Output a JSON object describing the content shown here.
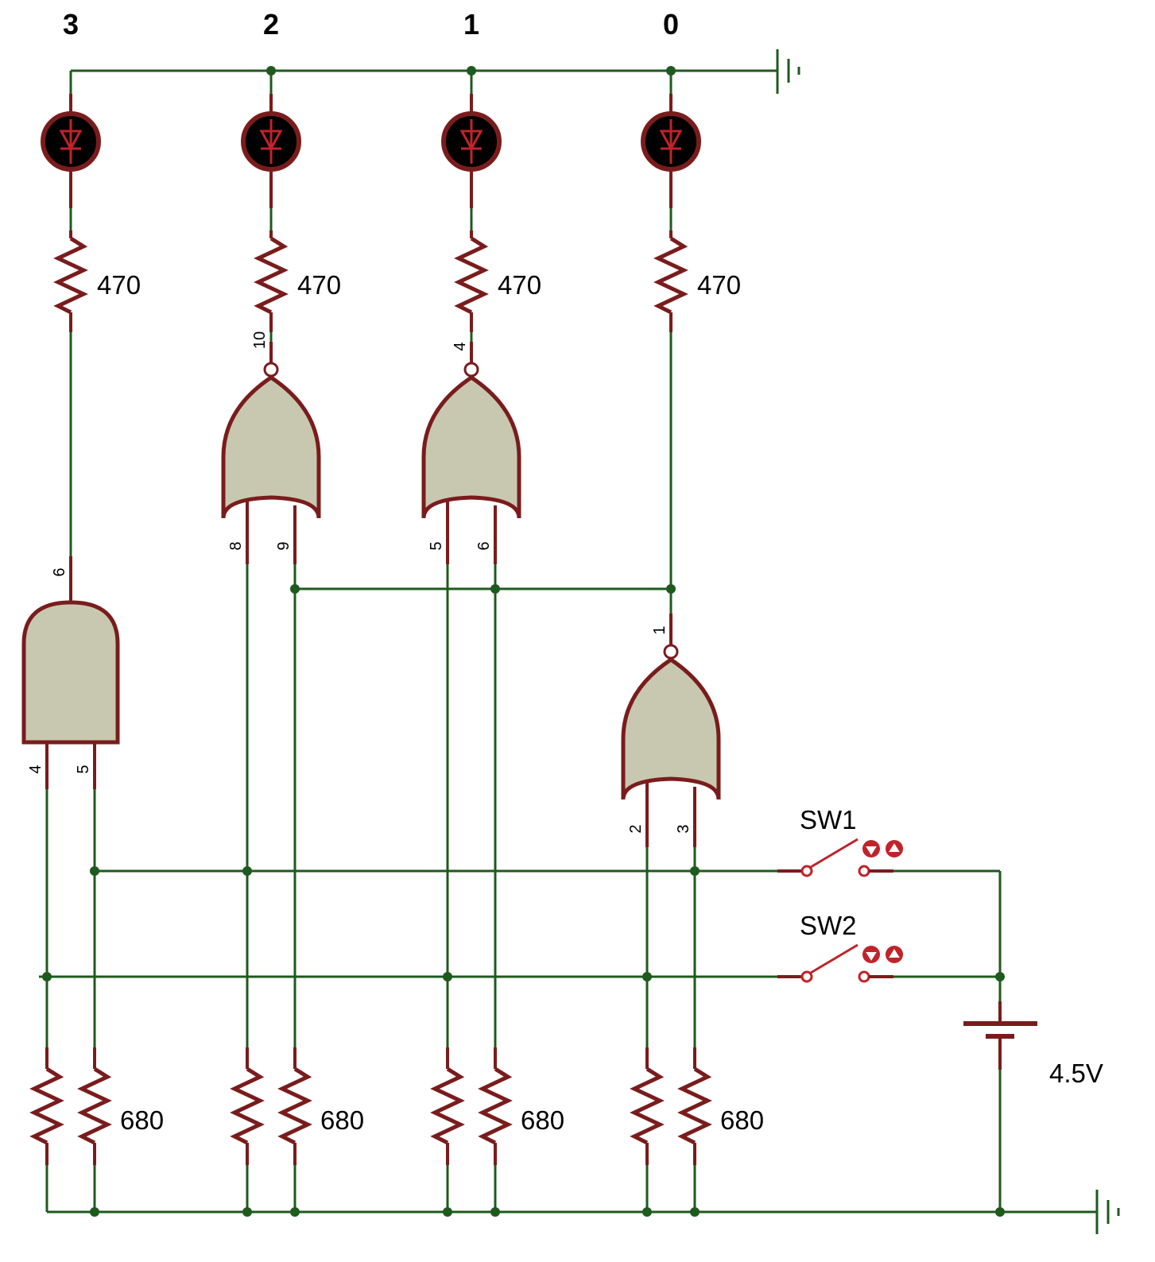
{
  "outputs": {
    "b3": "3",
    "b2": "2",
    "b1": "1",
    "b0": "0"
  },
  "resistors": {
    "led_r3": "470",
    "led_r2": "470",
    "led_r1": "470",
    "led_r0": "470",
    "pull_a": "680",
    "pull_b": "680",
    "pull_c": "680",
    "pull_d": "680"
  },
  "pins": {
    "and_out": "6",
    "and_in1": "4",
    "and_in2": "5",
    "nor2_out": "10",
    "nor2_in1": "8",
    "nor2_in2": "9",
    "nor1_out": "4",
    "nor1_in1": "5",
    "nor1_in2": "6",
    "nor0_out": "1",
    "nor0_in1": "2",
    "nor0_in2": "3"
  },
  "switches": {
    "sw1": "SW1",
    "sw2": "SW2"
  },
  "battery": {
    "voltage": "4.5V"
  },
  "colors": {
    "wire": "#1e5a1e",
    "component": "#7a1c1c",
    "gate_fill": "#c8c8b0",
    "accent": "#c0232a"
  },
  "icons": [
    "led-icon",
    "resistor-icon",
    "and-gate-icon",
    "nor-gate-icon",
    "ground-icon",
    "switch-icon",
    "battery-icon"
  ]
}
